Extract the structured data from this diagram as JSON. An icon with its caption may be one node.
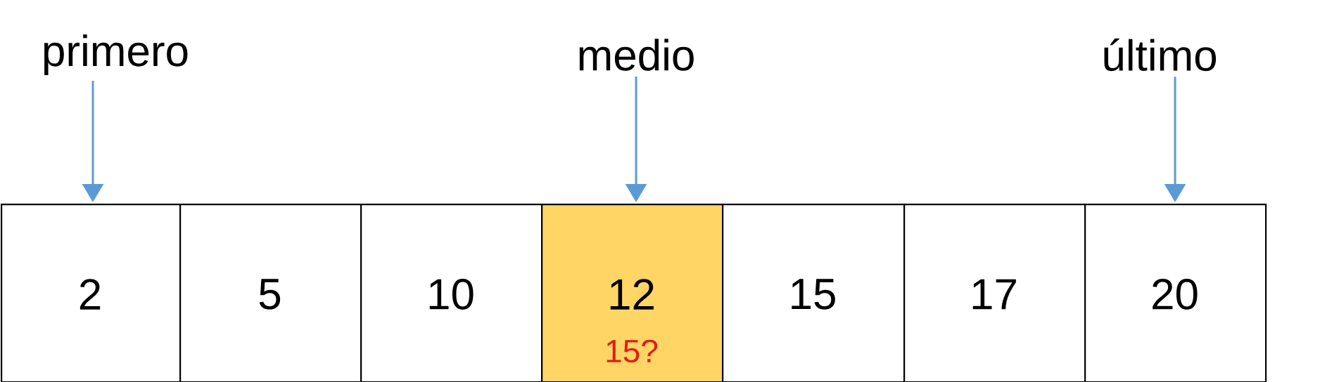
{
  "diagram": {
    "nodes": [
      {
        "text": [
          "primero"
        ]
      },
      {
        "text": [
          "medio"
        ]
      },
      {
        "text": [
          "último"
        ]
      },
      {
        "text": [
          "2"
        ]
      },
      {
        "text": [
          "5"
        ]
      },
      {
        "text": [
          "10"
        ]
      },
      {
        "text": [
          "12",
          "15?"
        ]
      },
      {
        "text": [
          "15"
        ]
      },
      {
        "text": [
          "17"
        ]
      },
      {
        "text": [
          "20"
        ]
      }
    ],
    "edges": [
      {
        "from": 0,
        "to": 3,
        "arrow": "to"
      },
      {
        "from": 1,
        "to": 6,
        "arrow": "to"
      },
      {
        "from": 2,
        "to": 9,
        "arrow": "to"
      }
    ]
  }
}
